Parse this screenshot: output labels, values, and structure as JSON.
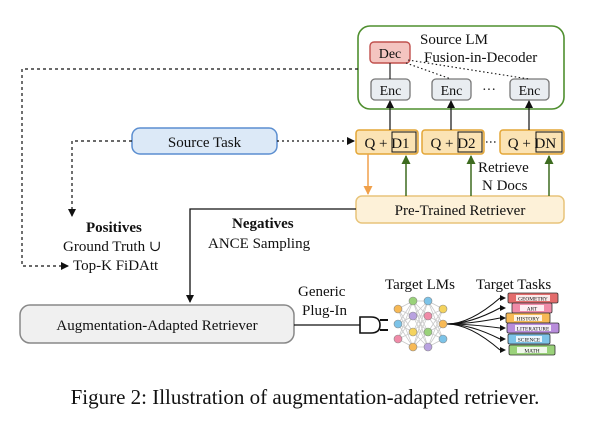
{
  "source_lm": {
    "title": "Source LM",
    "subtitle": "Fusion-in-Decoder",
    "decoder": "Dec",
    "encoders": [
      "Enc",
      "Enc",
      "Enc"
    ],
    "ellipsis": "···"
  },
  "source_task": "Source Task",
  "query_docs": [
    "Q + D1",
    "Q + D2",
    "Q + DN"
  ],
  "retrieve_label": [
    "Retrieve",
    "N Docs"
  ],
  "pretrained_retriever": "Pre-Trained Retriever",
  "negatives": {
    "title": "Negatives",
    "detail": "ANCE Sampling"
  },
  "positives": {
    "title": "Positives",
    "line1": "Ground Truth ∪",
    "line2": "Top-K FiDAtt"
  },
  "aar": "Augmentation-Adapted Retriever",
  "plugin": {
    "line1": "Generic",
    "line2": "Plug-In"
  },
  "target_lms": "Target LMs",
  "target_tasks": {
    "title": "Target Tasks",
    "books": [
      "GEOMETRY",
      "ART",
      "HISTORY",
      "LITERATURE",
      "SCIENCE",
      "MATH"
    ]
  },
  "caption": "Figure 2: Illustration of augmentation-adapted retriever."
}
